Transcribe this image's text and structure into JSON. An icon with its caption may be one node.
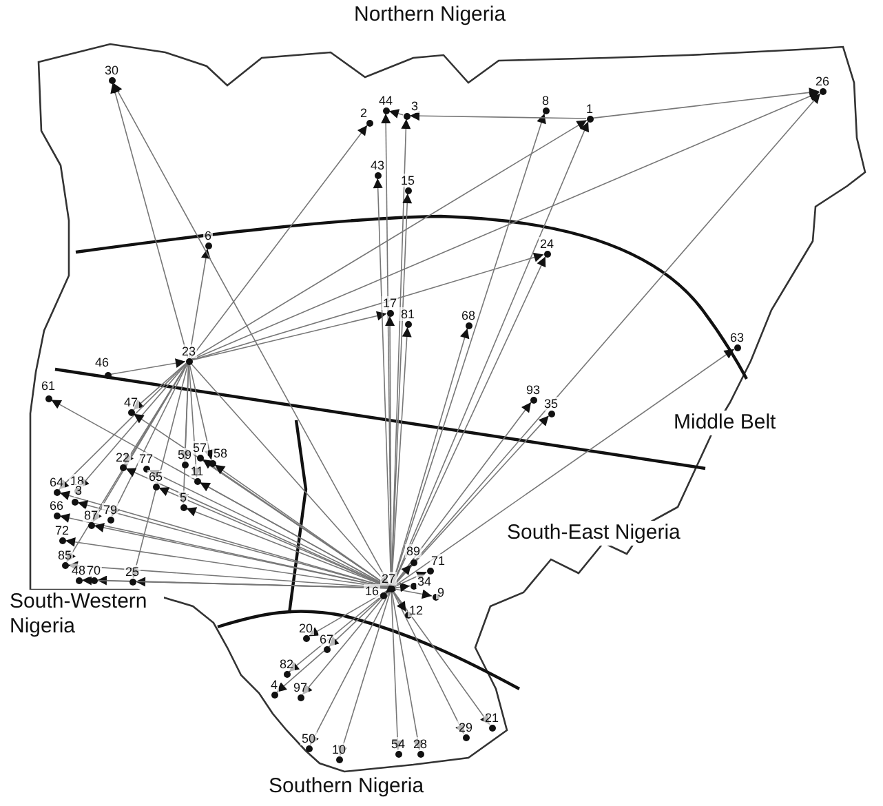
{
  "diagram": {
    "nodes": [
      {
        "text": [
          "30"
        ]
      },
      {
        "text": [
          "44"
        ]
      },
      {
        "text": [
          "2"
        ]
      },
      {
        "text": [
          "3"
        ]
      },
      {
        "text": [
          "8"
        ]
      },
      {
        "text": [
          "1"
        ]
      },
      {
        "text": [
          "26"
        ]
      },
      {
        "text": [
          "43"
        ]
      },
      {
        "text": [
          "15"
        ]
      },
      {
        "text": [
          "6"
        ]
      },
      {
        "text": [
          "24"
        ]
      },
      {
        "text": [
          "17"
        ]
      },
      {
        "text": [
          "81"
        ]
      },
      {
        "text": [
          "68"
        ]
      },
      {
        "text": [
          "63"
        ]
      },
      {
        "text": [
          "23"
        ]
      },
      {
        "text": [
          "46"
        ]
      },
      {
        "text": [
          "61"
        ]
      },
      {
        "text": [
          "47"
        ]
      },
      {
        "text": [
          "93"
        ]
      },
      {
        "text": [
          "35"
        ]
      },
      {
        "text": [
          "22"
        ]
      },
      {
        "text": [
          "77"
        ]
      },
      {
        "text": [
          "57"
        ]
      },
      {
        "text": [
          "59"
        ]
      },
      {
        "text": [
          "58"
        ]
      },
      {
        "text": [
          "11"
        ]
      },
      {
        "text": [
          "65"
        ]
      },
      {
        "text": [
          "64"
        ]
      },
      {
        "text": [
          "18"
        ]
      },
      {
        "text": [
          "5"
        ]
      },
      {
        "text": [
          "66"
        ]
      },
      {
        "text": [
          "3"
        ]
      },
      {
        "text": [
          "87"
        ]
      },
      {
        "text": [
          "79"
        ]
      },
      {
        "text": [
          "72"
        ]
      },
      {
        "text": [
          "85"
        ]
      },
      {
        "text": [
          "89"
        ]
      },
      {
        "text": [
          "48"
        ]
      },
      {
        "text": [
          "70"
        ]
      },
      {
        "text": [
          "25"
        ]
      },
      {
        "text": [
          "71"
        ]
      },
      {
        "text": [
          "27"
        ]
      },
      {
        "text": [
          "16"
        ]
      },
      {
        "text": [
          "34"
        ]
      },
      {
        "text": [
          "9"
        ]
      },
      {
        "text": [
          "12"
        ]
      },
      {
        "text": [
          "20"
        ]
      },
      {
        "text": [
          "67"
        ]
      },
      {
        "text": [
          "82"
        ]
      },
      {
        "text": [
          "4"
        ]
      },
      {
        "text": [
          "97"
        ]
      },
      {
        "text": [
          "21"
        ]
      },
      {
        "text": [
          "29"
        ]
      },
      {
        "text": [
          "50"
        ]
      },
      {
        "text": [
          "54"
        ]
      },
      {
        "text": [
          "28"
        ]
      },
      {
        "text": [
          "10"
        ]
      }
    ],
    "edges": [
      {
        "from": 15,
        "to": 0,
        "arrow": "to"
      },
      {
        "from": 15,
        "to": 9,
        "arrow": "to"
      },
      {
        "from": 15,
        "to": 2,
        "arrow": "to"
      },
      {
        "from": 15,
        "to": 5,
        "arrow": "to"
      },
      {
        "from": 15,
        "to": 6,
        "arrow": "to"
      },
      {
        "from": 15,
        "to": 10,
        "arrow": "to"
      },
      {
        "from": 15,
        "to": 11,
        "arrow": "to"
      },
      {
        "from": 15,
        "to": 18,
        "arrow": "to"
      },
      {
        "from": 15,
        "to": 28,
        "arrow": "to"
      },
      {
        "from": 15,
        "to": 29,
        "arrow": "to"
      },
      {
        "from": 15,
        "to": 21,
        "arrow": "to"
      },
      {
        "from": 15,
        "to": 33,
        "arrow": "to"
      },
      {
        "from": 15,
        "to": 34,
        "arrow": "to"
      },
      {
        "from": 15,
        "to": 36,
        "arrow": "to"
      },
      {
        "from": 15,
        "to": 40,
        "arrow": "to"
      },
      {
        "from": 15,
        "to": 30,
        "arrow": "to"
      },
      {
        "from": 15,
        "to": 24,
        "arrow": "to"
      },
      {
        "from": 15,
        "to": 26,
        "arrow": "to"
      },
      {
        "from": 15,
        "to": 25,
        "arrow": "to"
      },
      {
        "from": 15,
        "to": 42,
        "arrow": "to"
      },
      {
        "from": 16,
        "to": 15,
        "arrow": "to"
      },
      {
        "from": 42,
        "to": 0,
        "arrow": "to"
      },
      {
        "from": 42,
        "to": 7,
        "arrow": "to"
      },
      {
        "from": 42,
        "to": 1,
        "arrow": "to"
      },
      {
        "from": 42,
        "to": 3,
        "arrow": "to"
      },
      {
        "from": 42,
        "to": 8,
        "arrow": "to"
      },
      {
        "from": 42,
        "to": 11,
        "arrow": "to"
      },
      {
        "from": 42,
        "to": 12,
        "arrow": "to"
      },
      {
        "from": 42,
        "to": 4,
        "arrow": "to"
      },
      {
        "from": 42,
        "to": 5,
        "arrow": "to"
      },
      {
        "from": 42,
        "to": 6,
        "arrow": "to"
      },
      {
        "from": 42,
        "to": 10,
        "arrow": "to"
      },
      {
        "from": 42,
        "to": 13,
        "arrow": "to"
      },
      {
        "from": 42,
        "to": 19,
        "arrow": "to"
      },
      {
        "from": 42,
        "to": 20,
        "arrow": "to"
      },
      {
        "from": 42,
        "to": 14,
        "arrow": "to"
      },
      {
        "from": 42,
        "to": 17,
        "arrow": "to"
      },
      {
        "from": 42,
        "to": 18,
        "arrow": "to"
      },
      {
        "from": 42,
        "to": 21,
        "arrow": "to"
      },
      {
        "from": 42,
        "to": 22,
        "arrow": "to"
      },
      {
        "from": 42,
        "to": 27,
        "arrow": "to"
      },
      {
        "from": 42,
        "to": 23,
        "arrow": "to"
      },
      {
        "from": 42,
        "to": 25,
        "arrow": "to"
      },
      {
        "from": 42,
        "to": 26,
        "arrow": "to"
      },
      {
        "from": 42,
        "to": 30,
        "arrow": "to"
      },
      {
        "from": 42,
        "to": 28,
        "arrow": "to"
      },
      {
        "from": 42,
        "to": 31,
        "arrow": "to"
      },
      {
        "from": 42,
        "to": 32,
        "arrow": "to"
      },
      {
        "from": 42,
        "to": 33,
        "arrow": "to"
      },
      {
        "from": 42,
        "to": 35,
        "arrow": "to"
      },
      {
        "from": 42,
        "to": 36,
        "arrow": "to"
      },
      {
        "from": 42,
        "to": 39,
        "arrow": "to"
      },
      {
        "from": 42,
        "to": 40,
        "arrow": "to"
      },
      {
        "from": 42,
        "to": 38,
        "arrow": "to"
      },
      {
        "from": 42,
        "to": 47,
        "arrow": "to"
      },
      {
        "from": 42,
        "to": 48,
        "arrow": "to"
      },
      {
        "from": 42,
        "to": 49,
        "arrow": "to"
      },
      {
        "from": 42,
        "to": 51,
        "arrow": "to"
      },
      {
        "from": 42,
        "to": 54,
        "arrow": "to"
      },
      {
        "from": 42,
        "to": 57,
        "arrow": "to"
      },
      {
        "from": 42,
        "to": 55,
        "arrow": "to"
      },
      {
        "from": 42,
        "to": 56,
        "arrow": "to"
      },
      {
        "from": 42,
        "to": 53,
        "arrow": "to"
      },
      {
        "from": 42,
        "to": 52,
        "arrow": "to"
      },
      {
        "from": 42,
        "to": 46,
        "arrow": "to"
      },
      {
        "from": 42,
        "to": 45,
        "arrow": "to"
      },
      {
        "from": 42,
        "to": 44,
        "arrow": "to"
      },
      {
        "from": 42,
        "to": 41,
        "arrow": "to"
      },
      {
        "from": 42,
        "to": 37,
        "arrow": "to"
      },
      {
        "from": 42,
        "to": 43,
        "arrow": "to"
      },
      {
        "from": 48,
        "to": 50,
        "arrow": "to"
      },
      {
        "from": 5,
        "to": 6,
        "arrow": "to"
      },
      {
        "from": 5,
        "to": 3,
        "arrow": "to"
      },
      {
        "from": 3,
        "to": 1,
        "arrow": "to"
      }
    ],
    "labels": [
      "Northern Nigeria",
      "Middle Belt",
      "South-East Nigeria",
      "South-Western Nigeria",
      "Southern Nigeria"
    ]
  }
}
